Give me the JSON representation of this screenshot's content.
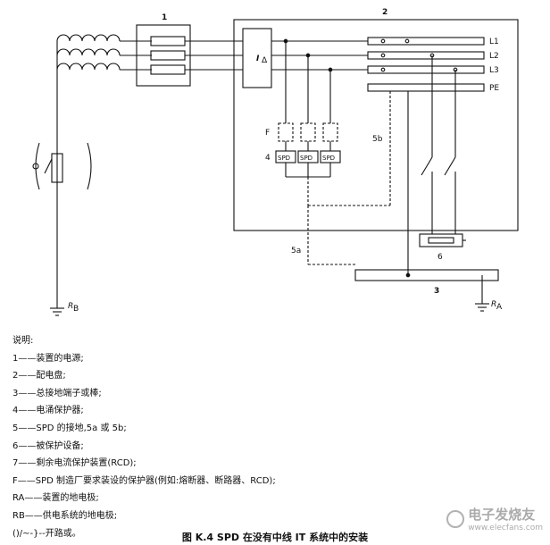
{
  "labels": {
    "n1": "1",
    "n2": "2",
    "n3": "3",
    "n4": "4",
    "n5a": "5a",
    "n5b": "5b",
    "n6": "6",
    "f": "F",
    "spd": "SPD",
    "ia": "I",
    "ia_sub": "Δ",
    "l1": "L1",
    "l2": "L2",
    "l3": "L3",
    "pe": "PE",
    "rb": "R",
    "rb_sub": "B",
    "ra": "R",
    "ra_sub": "A"
  },
  "legend": {
    "title": "说明:",
    "items": [
      "1——装置的电源;",
      "2——配电盘;",
      "3——总接地端子或棒;",
      "4——电涌保护器;",
      "5——SPD 的接地,5a 或 5b;",
      "6——被保护设备;",
      "7——剩余电流保护装置(RCD);",
      "F——SPD 制造厂要求装设的保护器(例如:熔断器、断路器、RCD);",
      "RA——装置的地电极;",
      "RB——供电系统的地电极;",
      "()/~-}--开路或。"
    ]
  },
  "caption": "图 K.4   SPD 在没有中线 IT 系统中的安装",
  "watermark": {
    "text": "电子发烧友",
    "sub": "www.elecfans.com"
  }
}
